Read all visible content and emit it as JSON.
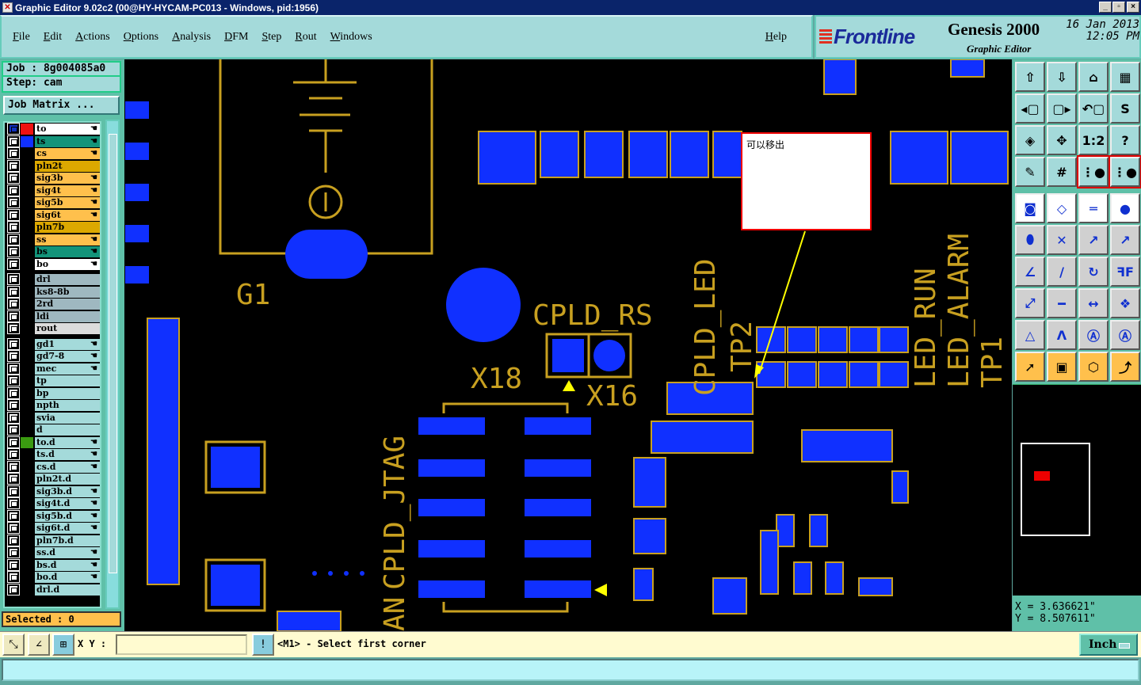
{
  "title": "Graphic Editor 9.02c2 (00@HY-HYCAM-PC013 - Windows, pid:1956)",
  "menu": [
    "File",
    "Edit",
    "Actions",
    "Options",
    "Analysis",
    "DFM",
    "Step",
    "Rout",
    "Windows"
  ],
  "help": "Help",
  "logo": {
    "brand": "Frontline",
    "product": "Genesis 2000",
    "subtitle": "Graphic Editor",
    "date": "16 Jan 2013",
    "time": "12:05 PM"
  },
  "job": "Job : 8g004085a0",
  "step": "Step: cam",
  "job_matrix": "Job Matrix ...",
  "layers": [
    {
      "name": "to",
      "color": "#ffffff",
      "swatch": "#ee1111",
      "hand": true,
      "active": true
    },
    {
      "name": "ts",
      "color": "#13947a",
      "swatch": "#1030ff",
      "hand": true
    },
    {
      "name": "cs",
      "color": "#ffc04c",
      "hand": true
    },
    {
      "name": "pln2t",
      "color": "#dca800",
      "hand": false
    },
    {
      "name": "sig3b",
      "color": "#ffc04c",
      "hand": true
    },
    {
      "name": "sig4t",
      "color": "#ffc04c",
      "hand": true
    },
    {
      "name": "sig5b",
      "color": "#ffc04c",
      "hand": true
    },
    {
      "name": "sig6t",
      "color": "#ffc04c",
      "hand": true
    },
    {
      "name": "pln7b",
      "color": "#dca800",
      "hand": false
    },
    {
      "name": "ss",
      "color": "#ffc04c",
      "hand": true
    },
    {
      "name": "bs",
      "color": "#13947a",
      "hand": true
    },
    {
      "name": "bo",
      "color": "#ffffff",
      "hand": true
    },
    {
      "name": "drl",
      "color": "#9fb8c0",
      "hand": false,
      "gap": true
    },
    {
      "name": "ks8-8b",
      "color": "#9fb8c0",
      "hand": false
    },
    {
      "name": "2rd",
      "color": "#9fb8c0",
      "hand": false
    },
    {
      "name": "ldi",
      "color": "#9fb8c0",
      "hand": false
    },
    {
      "name": "rout",
      "color": "#dcdcdc",
      "hand": false
    },
    {
      "name": "gd1",
      "color": "#a4dada",
      "hand": true,
      "gap": true
    },
    {
      "name": "gd7-8",
      "color": "#a4dada",
      "hand": true
    },
    {
      "name": "mec",
      "color": "#a4dada",
      "hand": true
    },
    {
      "name": "tp",
      "color": "#a4dada",
      "hand": false
    },
    {
      "name": "bp",
      "color": "#a4dada",
      "hand": false
    },
    {
      "name": "npth",
      "color": "#a4dada",
      "hand": false
    },
    {
      "name": "svia",
      "color": "#a4dada",
      "hand": false
    },
    {
      "name": "d",
      "color": "#a4dada",
      "hand": false
    },
    {
      "name": "to.d",
      "color": "#a4dada",
      "swatch": "#3a9a10",
      "hand": true
    },
    {
      "name": "ts.d",
      "color": "#a4dada",
      "hand": true
    },
    {
      "name": "cs.d",
      "color": "#a4dada",
      "hand": true
    },
    {
      "name": "pln2t.d",
      "color": "#a4dada",
      "hand": false
    },
    {
      "name": "sig3b.d",
      "color": "#a4dada",
      "hand": true
    },
    {
      "name": "sig4t.d",
      "color": "#a4dada",
      "hand": true
    },
    {
      "name": "sig5b.d",
      "color": "#a4dada",
      "hand": true
    },
    {
      "name": "sig6t.d",
      "color": "#a4dada",
      "hand": true
    },
    {
      "name": "pln7b.d",
      "color": "#a4dada",
      "hand": false
    },
    {
      "name": "ss.d",
      "color": "#a4dada",
      "hand": true
    },
    {
      "name": "bs.d",
      "color": "#a4dada",
      "hand": true
    },
    {
      "name": "bo.d",
      "color": "#a4dada",
      "hand": true
    },
    {
      "name": "drl.d",
      "color": "#a4dada",
      "hand": false
    }
  ],
  "selected": "Selected : 0",
  "canvas_labels": {
    "g1": "G1",
    "cpld_rs": "CPLD_RS",
    "x18": "X18",
    "x16": "X16",
    "cpld_jtag": "CPLD_JTAG",
    "an": "AN",
    "cpld_led": "CPLD_LED",
    "tp2": "TP2",
    "led_run": "LED_RUN",
    "led_alarm": "LED_ALARM",
    "tp1": "TP1",
    "callout": "可以移出"
  },
  "toolbar": [
    {
      "name": "zoom-up",
      "glyph": "⇧"
    },
    {
      "name": "zoom-down",
      "glyph": "⇩"
    },
    {
      "name": "home",
      "glyph": "⌂"
    },
    {
      "name": "xy-grid",
      "glyph": "▦"
    },
    {
      "name": "pan-left",
      "glyph": "◂▢"
    },
    {
      "name": "pan-right",
      "glyph": "▢▸"
    },
    {
      "name": "undo-view",
      "glyph": "↶▢"
    },
    {
      "name": "snake",
      "glyph": "S"
    },
    {
      "name": "zoom-fit",
      "glyph": "◈"
    },
    {
      "name": "zoom-center",
      "glyph": "✥"
    },
    {
      "name": "scale-1-2",
      "glyph": "1:2"
    },
    {
      "name": "help",
      "glyph": "?"
    },
    {
      "name": "tools",
      "glyph": "✎"
    },
    {
      "name": "grid",
      "glyph": "#"
    },
    {
      "name": "netlist-a",
      "glyph": "⋮●"
    },
    {
      "name": "netlist-b",
      "glyph": "⋮●"
    },
    {
      "name": "pad-select",
      "glyph": "◙"
    },
    {
      "name": "transform",
      "glyph": "◇"
    },
    {
      "name": "measure",
      "glyph": "═"
    },
    {
      "name": "pad",
      "glyph": "●"
    },
    {
      "name": "connect",
      "glyph": "⬮"
    },
    {
      "name": "cross",
      "glyph": "✕"
    },
    {
      "name": "move-point-a",
      "glyph": "↗"
    },
    {
      "name": "move-point-b",
      "glyph": "↗"
    },
    {
      "name": "line-angle",
      "glyph": "∠"
    },
    {
      "name": "line",
      "glyph": "/"
    },
    {
      "name": "rotate",
      "glyph": "↻"
    },
    {
      "name": "mirror",
      "glyph": "ꟻF"
    },
    {
      "name": "scale-pad",
      "glyph": "⤢"
    },
    {
      "name": "segment",
      "glyph": "━"
    },
    {
      "name": "dimension",
      "glyph": "↔"
    },
    {
      "name": "shapes",
      "glyph": "❖"
    },
    {
      "name": "triangle",
      "glyph": "△"
    },
    {
      "name": "arc-a",
      "glyph": "Λ"
    },
    {
      "name": "arc-b",
      "glyph": "Ⓐ"
    },
    {
      "name": "arc-c",
      "glyph": "Ⓐ"
    },
    {
      "name": "select",
      "glyph": "➚"
    },
    {
      "name": "select-box",
      "glyph": "▣"
    },
    {
      "name": "select-polygon",
      "glyph": "⬡"
    },
    {
      "name": "select-net",
      "glyph": "⤴"
    }
  ],
  "coords": {
    "x": "X = 3.636621\"",
    "y": "Y = 8.507611\""
  },
  "bottom": {
    "xy_label": "X Y :",
    "xy_value": "",
    "prompt": "<M1> - Select first corner",
    "unit": "Inch"
  }
}
